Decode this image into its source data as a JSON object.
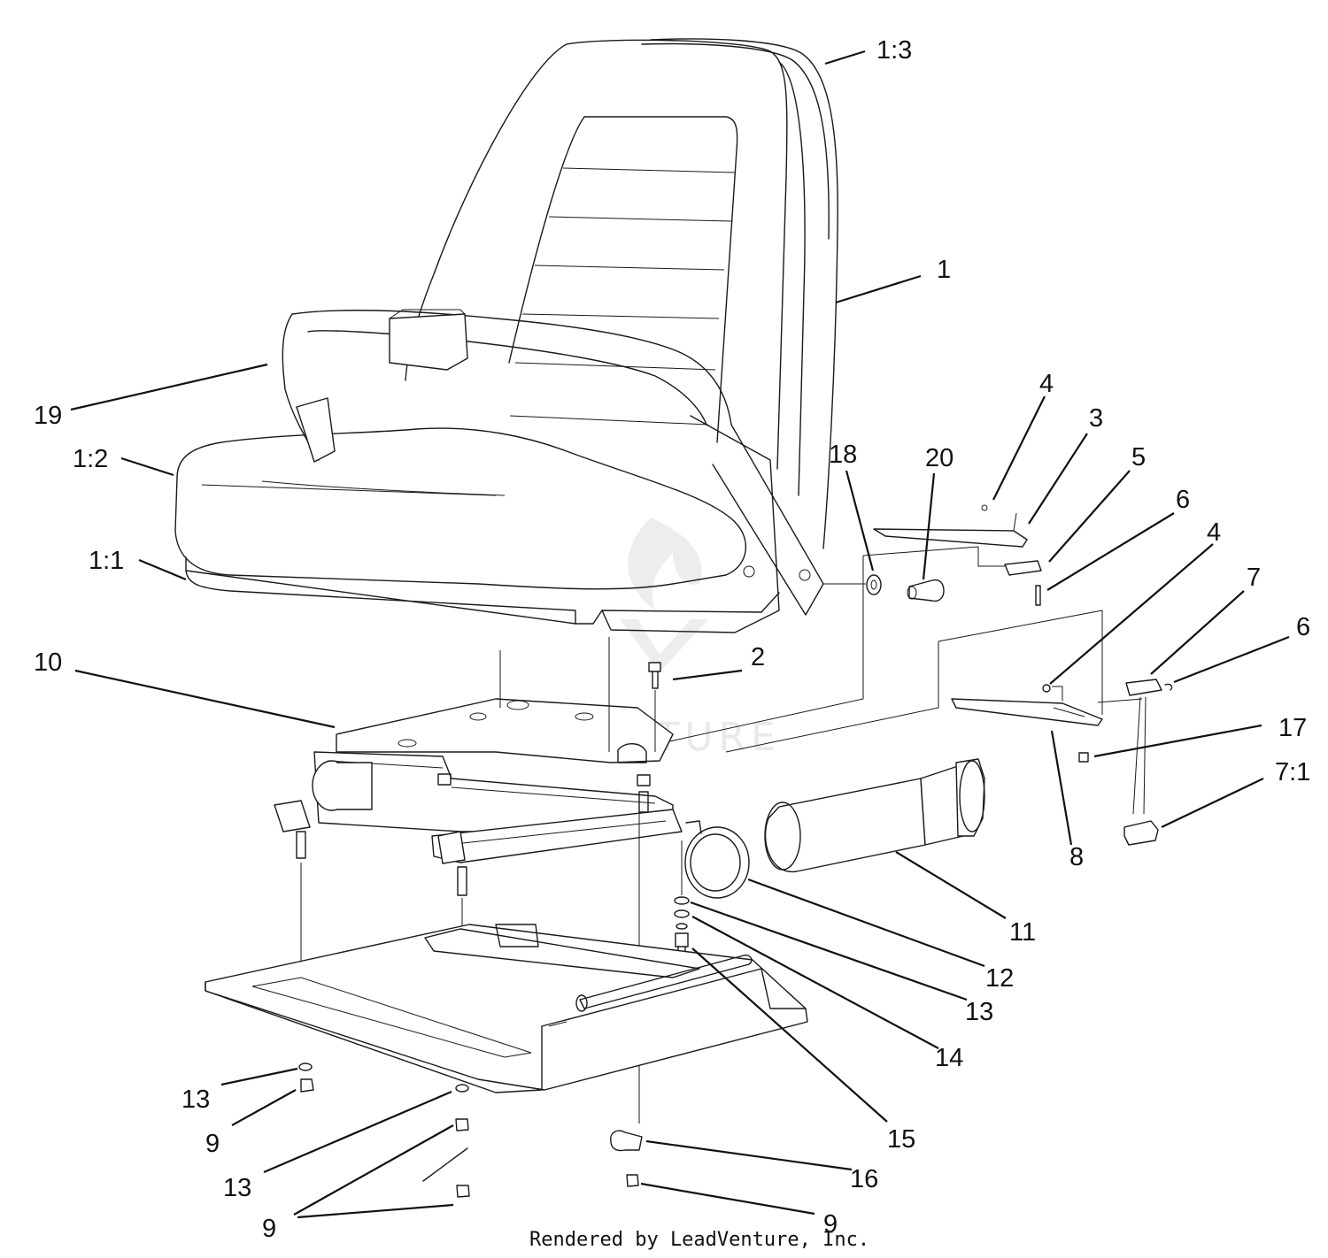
{
  "callouts": [
    {
      "id": "1-3",
      "text": "1:3"
    },
    {
      "id": "1",
      "text": "1"
    },
    {
      "id": "19",
      "text": "19"
    },
    {
      "id": "1-2",
      "text": "1:2"
    },
    {
      "id": "1-1",
      "text": "1:1"
    },
    {
      "id": "4a",
      "text": "4"
    },
    {
      "id": "3",
      "text": "3"
    },
    {
      "id": "18",
      "text": "18"
    },
    {
      "id": "20",
      "text": "20"
    },
    {
      "id": "5",
      "text": "5"
    },
    {
      "id": "6a",
      "text": "6"
    },
    {
      "id": "4b",
      "text": "4"
    },
    {
      "id": "7",
      "text": "7"
    },
    {
      "id": "6b",
      "text": "6"
    },
    {
      "id": "10",
      "text": "10"
    },
    {
      "id": "2",
      "text": "2"
    },
    {
      "id": "17",
      "text": "17"
    },
    {
      "id": "7-1",
      "text": "7:1"
    },
    {
      "id": "8",
      "text": "8"
    },
    {
      "id": "11",
      "text": "11"
    },
    {
      "id": "12",
      "text": "12"
    },
    {
      "id": "13a",
      "text": "13"
    },
    {
      "id": "14",
      "text": "14"
    },
    {
      "id": "15",
      "text": "15"
    },
    {
      "id": "13b",
      "text": "13"
    },
    {
      "id": "9a",
      "text": "9"
    },
    {
      "id": "13c",
      "text": "13"
    },
    {
      "id": "16",
      "text": "16"
    },
    {
      "id": "9b",
      "text": "9"
    },
    {
      "id": "9c",
      "text": "9"
    }
  ],
  "credit": "Rendered by LeadVenture, Inc.",
  "watermark": "LEADVENTURE"
}
